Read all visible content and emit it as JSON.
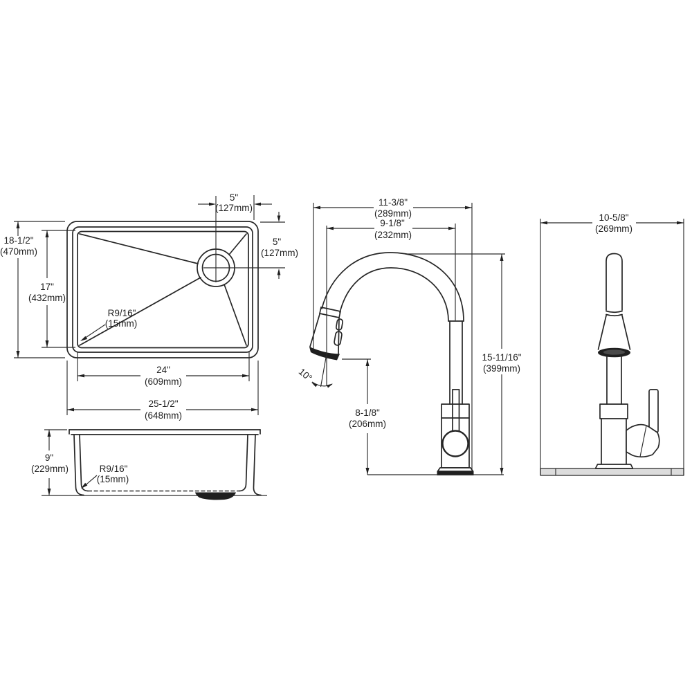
{
  "drawing_type": "sink-and-faucet-dimensional-drawing",
  "colors": {
    "line": "#262626",
    "dark_fill": "#1f1f1f",
    "plate_gray": "#dcdcdc"
  },
  "views": {
    "sink_top": {
      "overall_depth": {
        "in": "18-1/2\"",
        "mm": "(470mm)"
      },
      "inner_depth": {
        "in": "17\"",
        "mm": "(432mm)"
      },
      "drain_offset_horizontal": {
        "in": "5\"",
        "mm": "(127mm)"
      },
      "drain_offset_vertical": {
        "in": "5\"",
        "mm": "(127mm)"
      },
      "corner_radius": {
        "in": "R9/16\"",
        "mm": "(15mm)"
      },
      "inner_width": {
        "in": "24\"",
        "mm": "(609mm)"
      },
      "overall_width": {
        "in": "25-1/2\"",
        "mm": "(648mm)"
      }
    },
    "sink_side": {
      "depth": {
        "in": "9\"",
        "mm": "(229mm)"
      },
      "corner_radius": {
        "in": "R9/16\"",
        "mm": "(15mm)"
      }
    },
    "faucet_side": {
      "overall_reach": {
        "in": "11-3/8\"",
        "mm": "(289mm)"
      },
      "spout_reach": {
        "in": "9-1/8\"",
        "mm": "(232mm)"
      },
      "overall_height": {
        "in": "15-11/16\"",
        "mm": "(399mm)"
      },
      "spout_height": {
        "in": "8-1/8\"",
        "mm": "(206mm)"
      },
      "spray_angle": "10°"
    },
    "faucet_front": {
      "deck_width": {
        "in": "10-5/8\"",
        "mm": "(269mm)"
      }
    }
  }
}
